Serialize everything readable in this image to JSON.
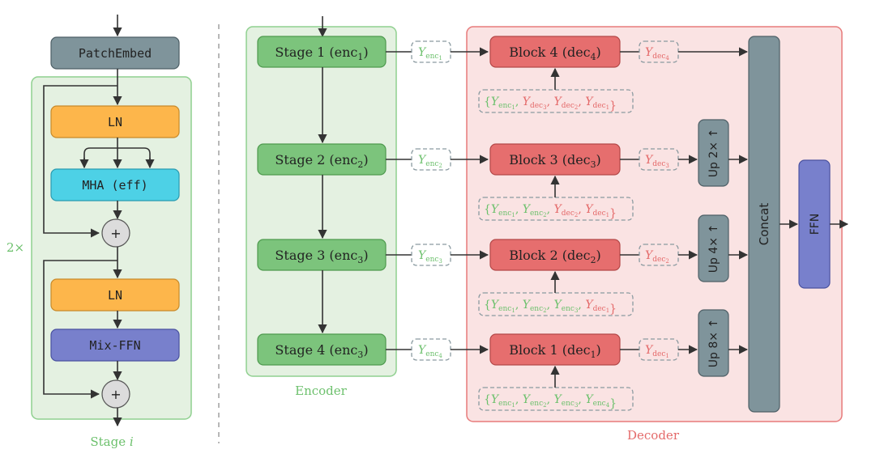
{
  "left_panel": {
    "patch_embed": "PatchEmbed",
    "ln_top": "LN",
    "mha": "MHA (eff)",
    "ln_bottom": "LN",
    "mix_ffn": "Mix-FFN",
    "plus": "+",
    "repeat": "2×",
    "caption_prefix": "Stage ",
    "caption_var": "i"
  },
  "encoder": {
    "caption": "Encoder",
    "stages": [
      {
        "label": "Stage 1 (enc",
        "sub": "1",
        "close": ")"
      },
      {
        "label": "Stage 2 (enc",
        "sub": "2",
        "close": ")"
      },
      {
        "label": "Stage 3 (enc",
        "sub": "3",
        "close": ")"
      },
      {
        "label": "Stage 4 (enc",
        "sub": "3",
        "close": ")"
      }
    ],
    "outputs": [
      {
        "y": "Y",
        "sub": "enc",
        "idx": "1"
      },
      {
        "y": "Y",
        "sub": "enc",
        "idx": "2"
      },
      {
        "y": "Y",
        "sub": "enc",
        "idx": "3"
      },
      {
        "y": "Y",
        "sub": "enc",
        "idx": "4"
      }
    ]
  },
  "decoder": {
    "caption": "Decoder",
    "blocks": [
      {
        "label": "Block 4 (dec",
        "sub": "4",
        "close": ")"
      },
      {
        "label": "Block 3 (dec",
        "sub": "3",
        "close": ")"
      },
      {
        "label": "Block 2 (dec",
        "sub": "2",
        "close": ")"
      },
      {
        "label": "Block 1 (dec",
        "sub": "1",
        "close": ")"
      }
    ],
    "outputs": [
      {
        "y": "Y",
        "sub": "dec",
        "idx": "4"
      },
      {
        "y": "Y",
        "sub": "dec",
        "idx": "3"
      },
      {
        "y": "Y",
        "sub": "dec",
        "idx": "2"
      },
      {
        "y": "Y",
        "sub": "dec",
        "idx": "1"
      }
    ],
    "inputs": [
      [
        {
          "t": "enc",
          "i": "1"
        },
        {
          "t": "dec",
          "i": "3"
        },
        {
          "t": "dec",
          "i": "2"
        },
        {
          "t": "dec",
          "i": "1"
        }
      ],
      [
        {
          "t": "enc",
          "i": "1"
        },
        {
          "t": "enc",
          "i": "2"
        },
        {
          "t": "dec",
          "i": "2"
        },
        {
          "t": "dec",
          "i": "1"
        }
      ],
      [
        {
          "t": "enc",
          "i": "1"
        },
        {
          "t": "enc",
          "i": "2"
        },
        {
          "t": "enc",
          "i": "3"
        },
        {
          "t": "dec",
          "i": "1"
        }
      ],
      [
        {
          "t": "enc",
          "i": "1"
        },
        {
          "t": "enc",
          "i": "2"
        },
        {
          "t": "enc",
          "i": "3"
        },
        {
          "t": "enc",
          "i": "4"
        }
      ]
    ],
    "upsample": [
      "Up 2× ↑",
      "Up 4× ↑",
      "Up 8× ↑"
    ],
    "concat": "Concat",
    "ffn": "FFN"
  },
  "colors": {
    "green_fill": "#7cc47c",
    "green_panel": "#e4f1e1",
    "red_fill": "#e66e6e",
    "red_panel": "#fae3e3",
    "gray_fill": "#7f949b",
    "orange": "#fdb64b",
    "cyan": "#4dd1e6",
    "purple": "#7880cc"
  }
}
